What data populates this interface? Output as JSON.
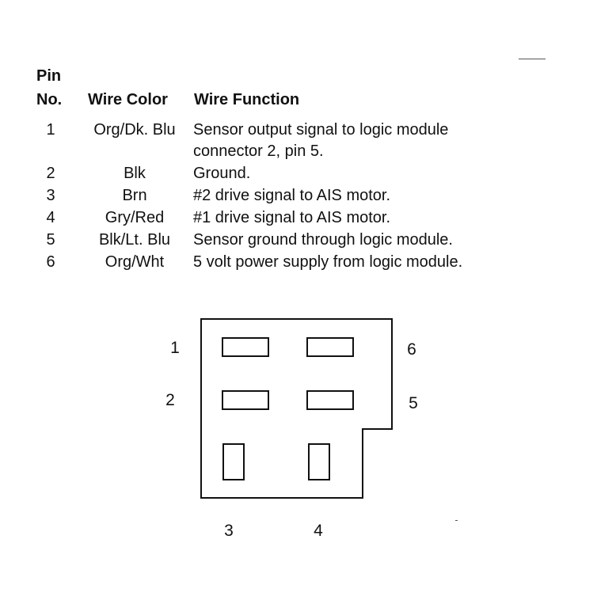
{
  "table": {
    "headers": {
      "pin_line1": "Pin",
      "pin_line2": "No.",
      "wire_color": "Wire Color",
      "wire_function": "Wire Function"
    },
    "rows": [
      {
        "pin": "1",
        "color": "Org/Dk. Blu",
        "function_lines": [
          "Sensor output signal to logic module",
          "connector 2, pin 5."
        ]
      },
      {
        "pin": "2",
        "color": "Blk",
        "function_lines": [
          "Ground."
        ]
      },
      {
        "pin": "3",
        "color": "Brn",
        "function_lines": [
          "#2 drive signal to AIS motor."
        ]
      },
      {
        "pin": "4",
        "color": "Gry/Red",
        "function_lines": [
          "#1 drive signal to AIS motor."
        ]
      },
      {
        "pin": "5",
        "color": "Blk/Lt. Blu",
        "function_lines": [
          "Sensor ground through logic module."
        ]
      },
      {
        "pin": "6",
        "color": "Org/Wht",
        "function_lines": [
          "5 volt power supply from logic module."
        ]
      }
    ]
  },
  "connector": {
    "pin_labels": [
      "1",
      "2",
      "3",
      "4",
      "5",
      "6"
    ]
  }
}
